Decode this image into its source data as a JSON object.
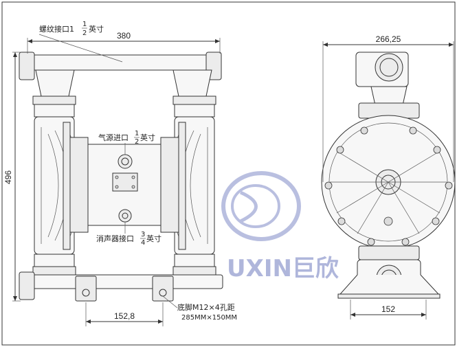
{
  "dimensions": {
    "front_width": "380",
    "front_height": "496",
    "front_base": "152,8",
    "side_width": "266,25",
    "side_base": "152"
  },
  "callouts": {
    "threaded_port": "螺纹接口1",
    "threaded_suffix": "英寸",
    "air_inlet": "气源进口",
    "air_suffix": "英寸",
    "muffler_port": "消声器接口",
    "muffler_suffix": "英寸",
    "feet_line1": "底脚M12×4孔距",
    "feet_line2": "285MM×150MM",
    "frac_num_1": "1",
    "frac_den_2": "2",
    "frac_num_a": "1",
    "frac_den_a": "2",
    "frac_num_m": "3",
    "frac_den_m": "4"
  },
  "watermark": {
    "text": "UXIN巨欣",
    "color": "#3a4aa8"
  }
}
